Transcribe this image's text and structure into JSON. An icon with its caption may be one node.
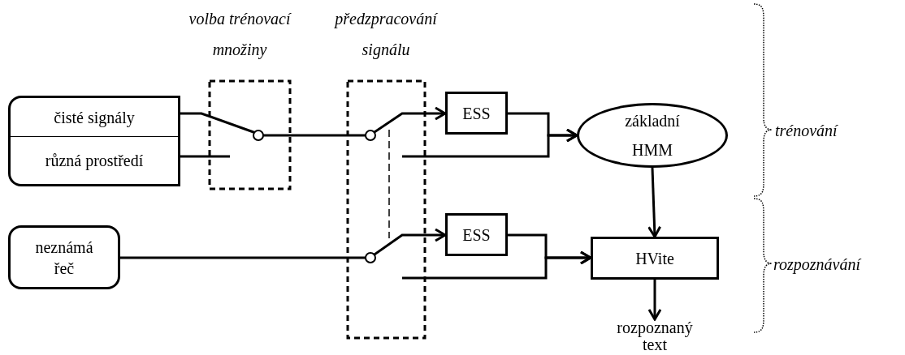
{
  "diagram": {
    "nodes": [
      {
        "text": [
          "čisté signály"
        ]
      },
      {
        "text": [
          "různá prostředí"
        ]
      },
      {
        "text": [
          "ESS"
        ]
      },
      {
        "text": [
          "základní HMM"
        ]
      },
      {
        "text": [
          "ESS"
        ]
      },
      {
        "text": [
          "HVite"
        ]
      },
      {
        "text": [
          "neznámá řeč"
        ]
      },
      {
        "text": [
          "rozpoznaný text"
        ]
      }
    ],
    "edges": [
      {
        "from": 0,
        "to": 2,
        "arrow": "to"
      },
      {
        "from": 1,
        "to": null,
        "arrow": "none"
      },
      {
        "from": null,
        "to": 3,
        "arrow": "to"
      },
      {
        "from": 2,
        "to": 3,
        "arrow": "to"
      },
      {
        "from": 6,
        "to": 4,
        "arrow": "to"
      },
      {
        "from": null,
        "to": 5,
        "arrow": "to"
      },
      {
        "from": 4,
        "to": 5,
        "arrow": "to"
      },
      {
        "from": 3,
        "to": 5,
        "arrow": "to"
      },
      {
        "from": 5,
        "to": 7,
        "arrow": "to"
      }
    ],
    "labels": [
      "volba trénovací množiny",
      "předzpracování signálu",
      "trénování",
      "rozpoznávání"
    ]
  }
}
